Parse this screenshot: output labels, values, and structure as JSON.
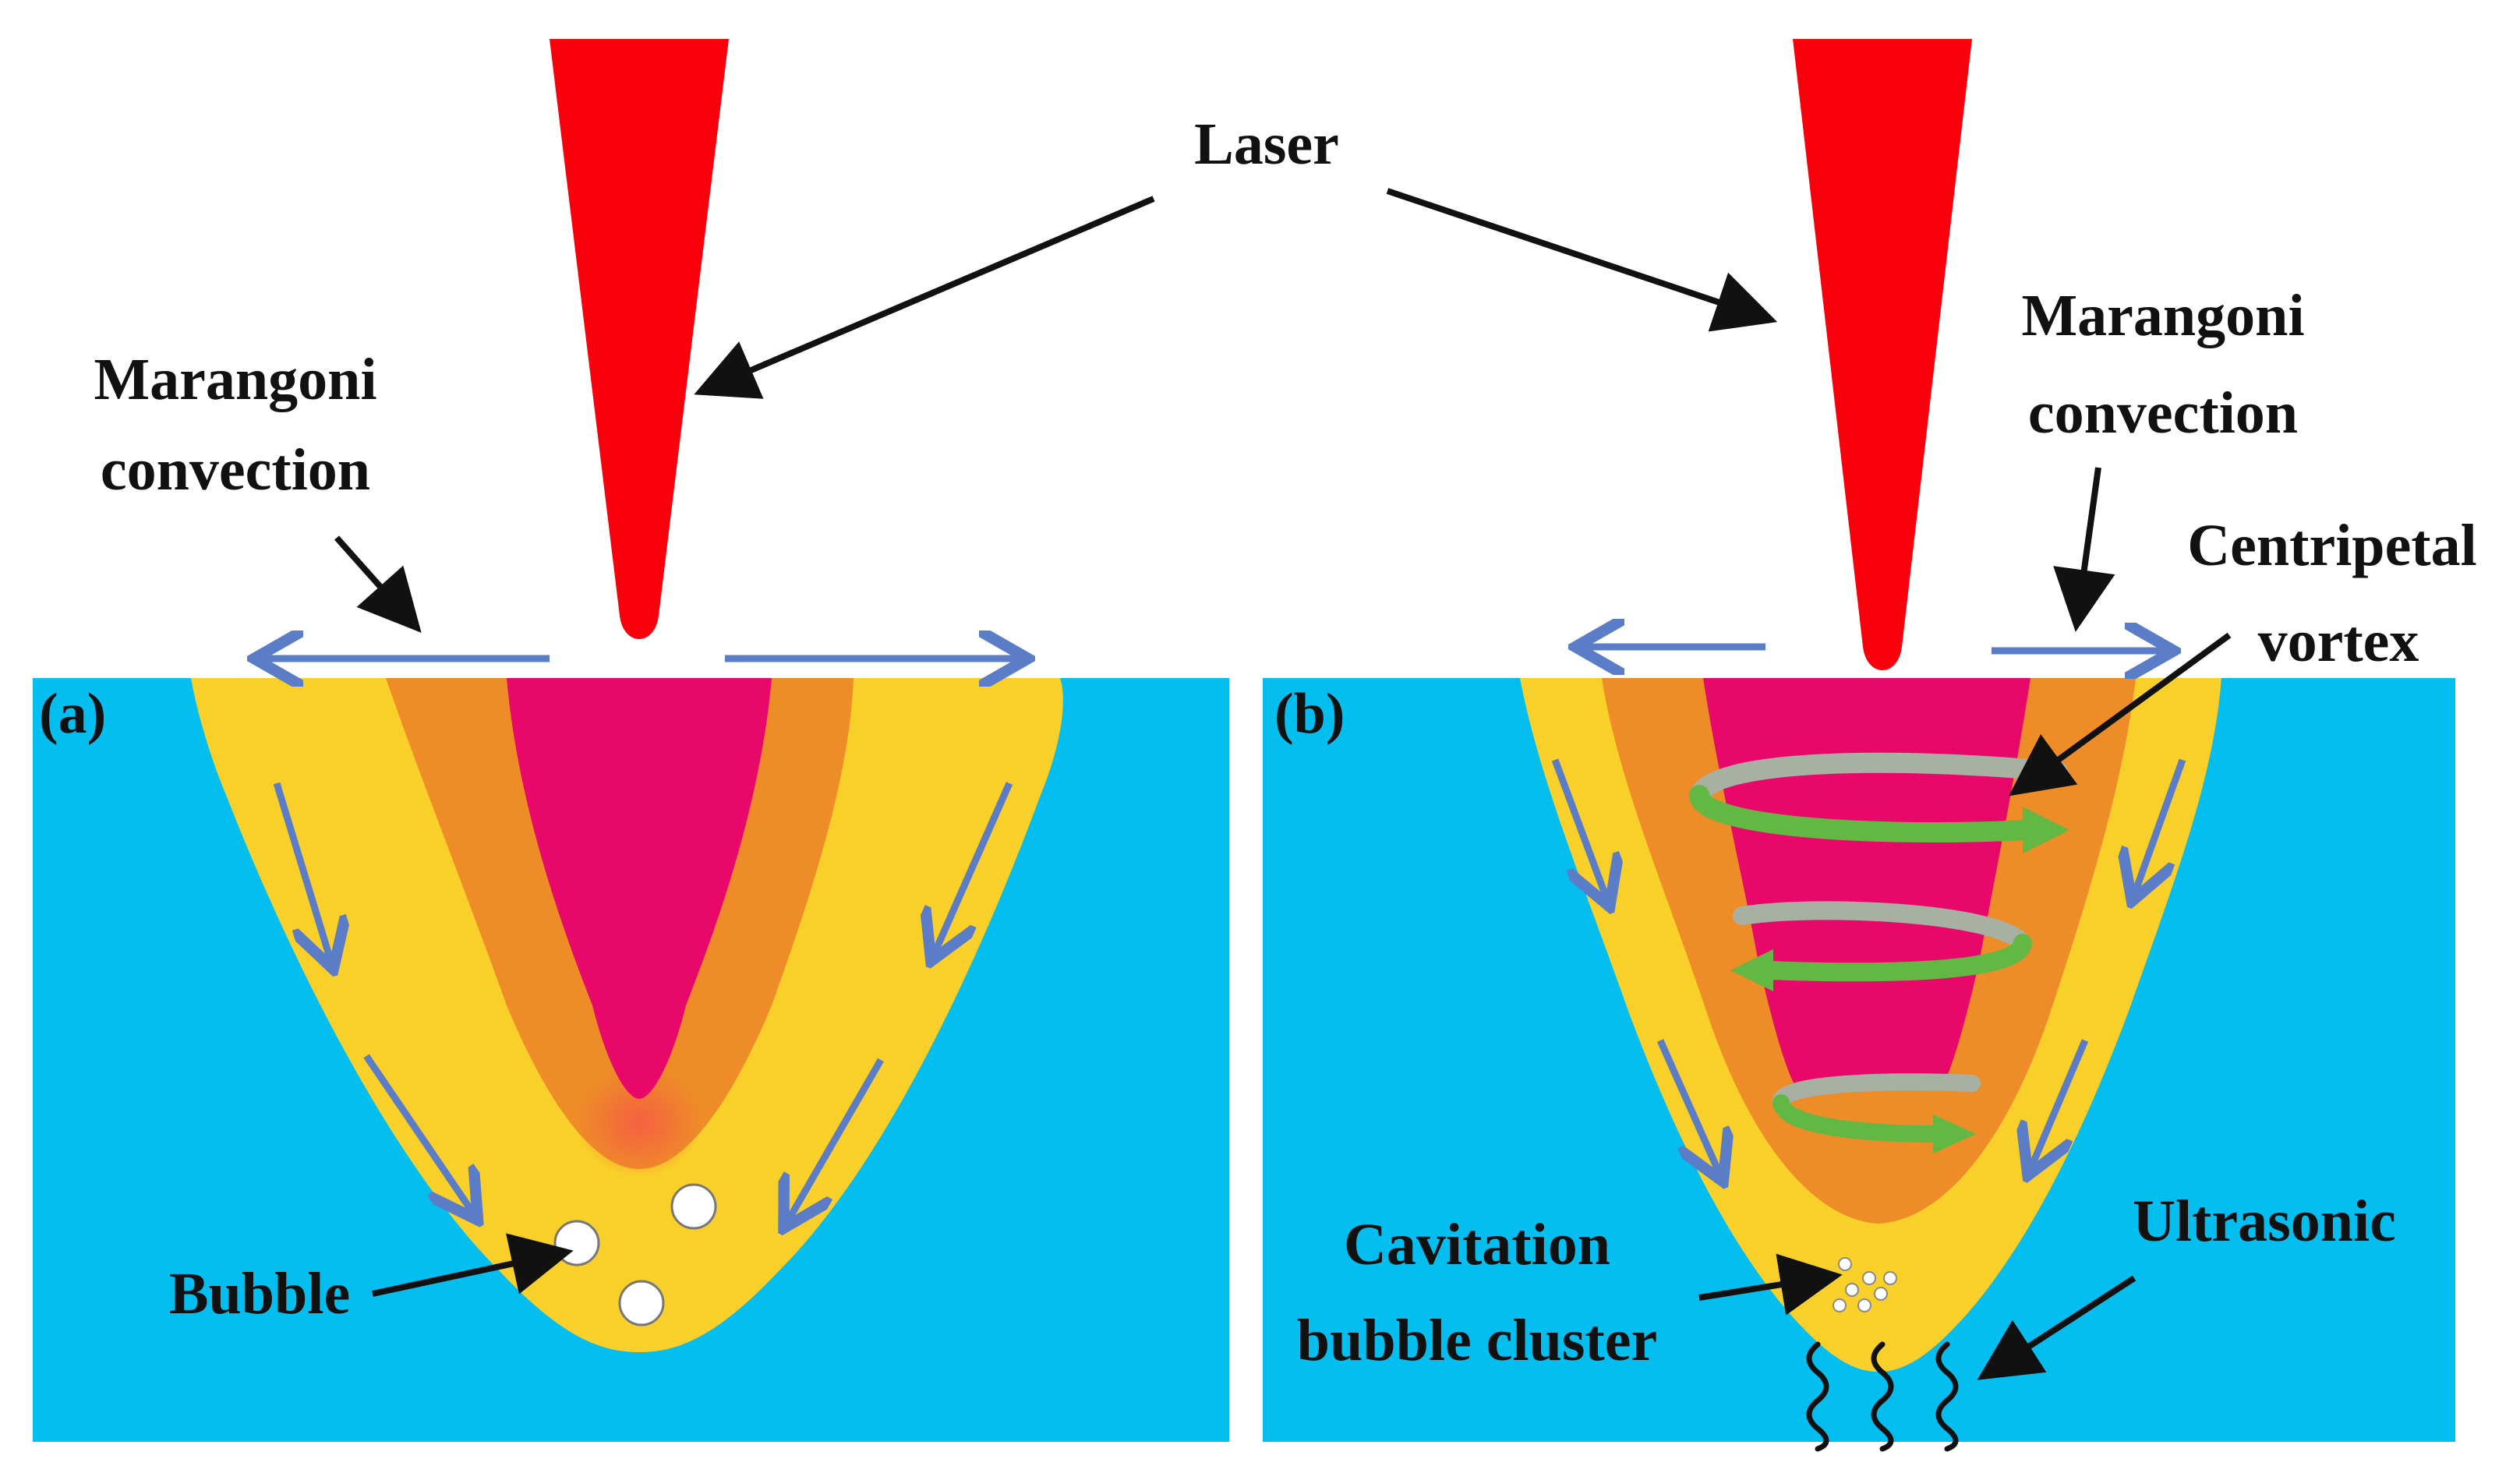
{
  "labels": {
    "laser": "Laser",
    "marangoni_a_line1": "Marangoni",
    "marangoni_a_line2": "convection",
    "marangoni_b_line1": "Marangoni",
    "marangoni_b_line2": "convection",
    "centripetal_line1": "Centripetal",
    "centripetal_line2": "vortex",
    "bubble": "Bubble",
    "cavitation_line1": "Cavitation",
    "cavitation_line2": "bubble cluster",
    "ultrasonic": "Ultrasonic",
    "panel_a": "(a)",
    "panel_b": "(b)"
  },
  "colors": {
    "substrate": "#04BEF0",
    "outer_zone": "#F9CF2A",
    "middle_zone": "#EE8C28",
    "core_zone": "#E8086A",
    "tip_glow": "#F56040",
    "laser": "#F8000C",
    "flow_arrow": "#5B7DC8",
    "vortex_green": "#62B843",
    "vortex_grey": "#A7B0A3",
    "pointer": "#111111",
    "bubble_fill": "#FFFFFF"
  },
  "icons": {
    "laser_beam": "red-tapered-cone",
    "flow": "blue-arrow",
    "vortex": "green-spiral-arrow",
    "ultrasonic": "wavy-line"
  }
}
